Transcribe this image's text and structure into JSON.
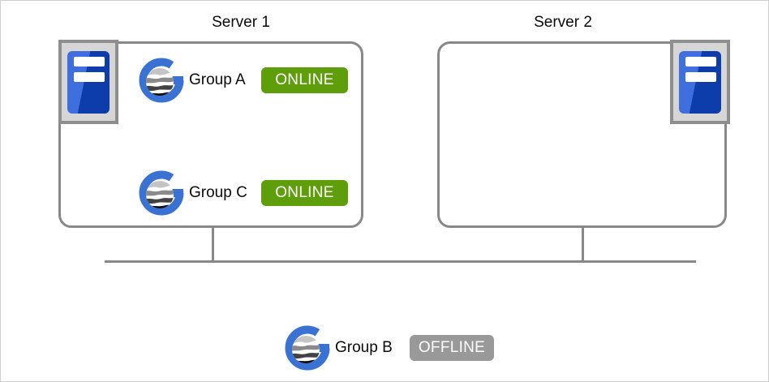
{
  "servers": [
    {
      "label": "Server 1",
      "groups": [
        {
          "name": "Group A",
          "status": "ONLINE"
        },
        {
          "name": "Group C",
          "status": "ONLINE"
        }
      ]
    },
    {
      "label": "Server 2",
      "groups": []
    }
  ],
  "standalone_group": {
    "name": "Group B",
    "status": "OFFLINE"
  },
  "icons": {
    "server": "server-tower-icon",
    "group": "group-globe-g-icon"
  },
  "colors": {
    "status_online": "#5e9e0a",
    "status_offline": "#999999",
    "box_border": "#888888",
    "connector_line": "#888888",
    "group_icon_blue": "#3a72d4",
    "server_icon_blue_light": "#3f6fdf",
    "server_icon_blue_dark": "#0d3cab",
    "server_icon_frame_fill": "#d6d6d6",
    "server_icon_frame_border": "#8e8e8e",
    "canvas_border": "#cfcfcf"
  }
}
